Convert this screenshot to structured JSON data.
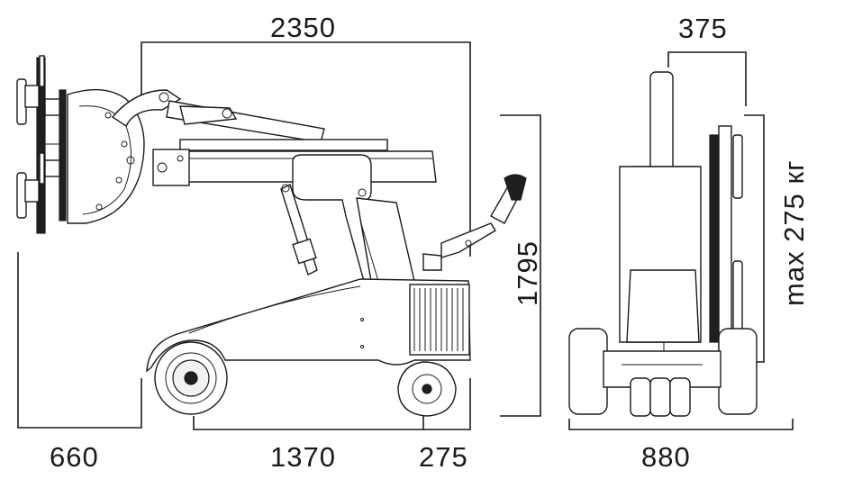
{
  "dimensions": {
    "overall_length": "2350",
    "overall_height": "1795",
    "front_overhang": "660",
    "wheelbase": "1370",
    "rear_overhang": "275",
    "mast_width": "375",
    "overall_width": "880",
    "max_load": "max 275 кг"
  }
}
